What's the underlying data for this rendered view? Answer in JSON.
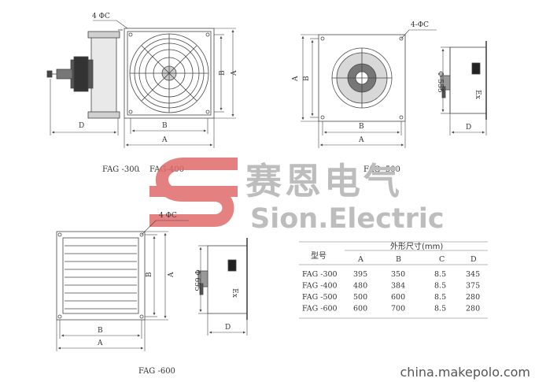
{
  "brand": {
    "name_zh": "赛恩电气",
    "name_en": "Sion.Electric",
    "logo_color": "#e06b6b",
    "text_color": "#bdbdbd"
  },
  "watermark": "china.makepolo.com",
  "drawings": {
    "fag300_400": {
      "caption_a": "FAG -300",
      "caption_b": "FAG-400",
      "hole_label": "4  ΦC",
      "dim_a": "A",
      "dim_b": "B",
      "dim_d": "D"
    },
    "fag500": {
      "caption": "FAG -500",
      "hole_label": "4-ΦC",
      "dia_label": "Φ 555",
      "ex_label": "Ex",
      "dim_a": "A",
      "dim_b": "B",
      "dim_d": "D"
    },
    "fag600": {
      "caption": "FAG -600",
      "hole_label": "4  ΦC",
      "dia_label": "Φ 655",
      "ex_label": "Ex",
      "dim_a": "A",
      "dim_b": "B",
      "dim_d": "D"
    }
  },
  "spec_table": {
    "model_header": "型号",
    "group_header": "外形尺寸(mm)",
    "columns": [
      "A",
      "B",
      "C",
      "D"
    ],
    "rows": [
      {
        "model": "FAG -300",
        "values": [
          "395",
          "350",
          "8.5",
          "345"
        ]
      },
      {
        "model": "FAG -400",
        "values": [
          "480",
          "384",
          "8.5",
          "375"
        ]
      },
      {
        "model": "FAG -500",
        "values": [
          "500",
          "600",
          "8.5",
          "280"
        ]
      },
      {
        "model": "FAG -600",
        "values": [
          "600",
          "700",
          "8.5",
          "280"
        ]
      }
    ]
  }
}
